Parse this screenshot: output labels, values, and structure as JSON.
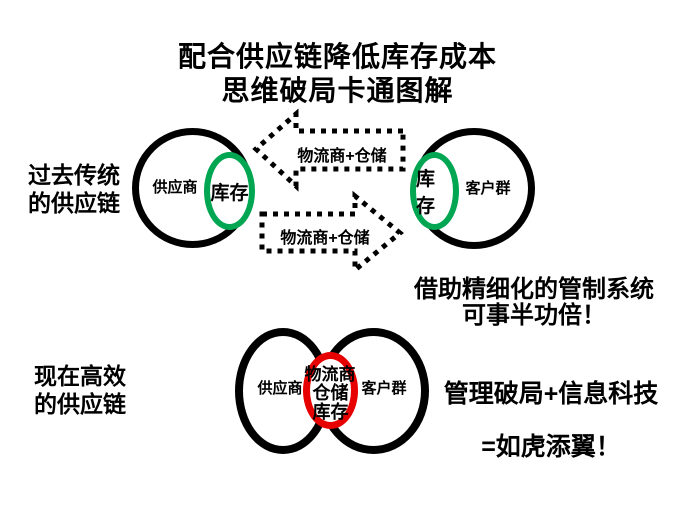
{
  "title": {
    "line1": "配合供应链降低库存成本",
    "line2": "思维破局卡通图解"
  },
  "past_supply_chain": {
    "label_line1": "过去传统",
    "label_line2": "的供应链",
    "supplier_label": "供应商",
    "supplier_inventory_label": "库存",
    "customer_label": "客户群",
    "customer_inventory_label": "库存",
    "logistics_arrow_top_label": "物流商+仓储",
    "logistics_arrow_bottom_label": "物流商+仓储"
  },
  "present_supply_chain": {
    "label_line1": "现在高效",
    "label_line2": "的供应链",
    "supplier_label": "供应商",
    "customer_label": "客户群",
    "overlap_line1": "物流商",
    "overlap_line2": "仓储",
    "overlap_line3": "库存"
  },
  "annotations": {
    "control_system_line1": "借助精细化的管制系统",
    "control_system_line2": "可事半功倍！",
    "management_line1": "管理破局+信息科技",
    "management_line2": "=如虎添翼！"
  },
  "colors": {
    "ink": "#000000",
    "highlight_green": "#00a651",
    "highlight_red": "#e60000",
    "background": "#ffffff"
  }
}
